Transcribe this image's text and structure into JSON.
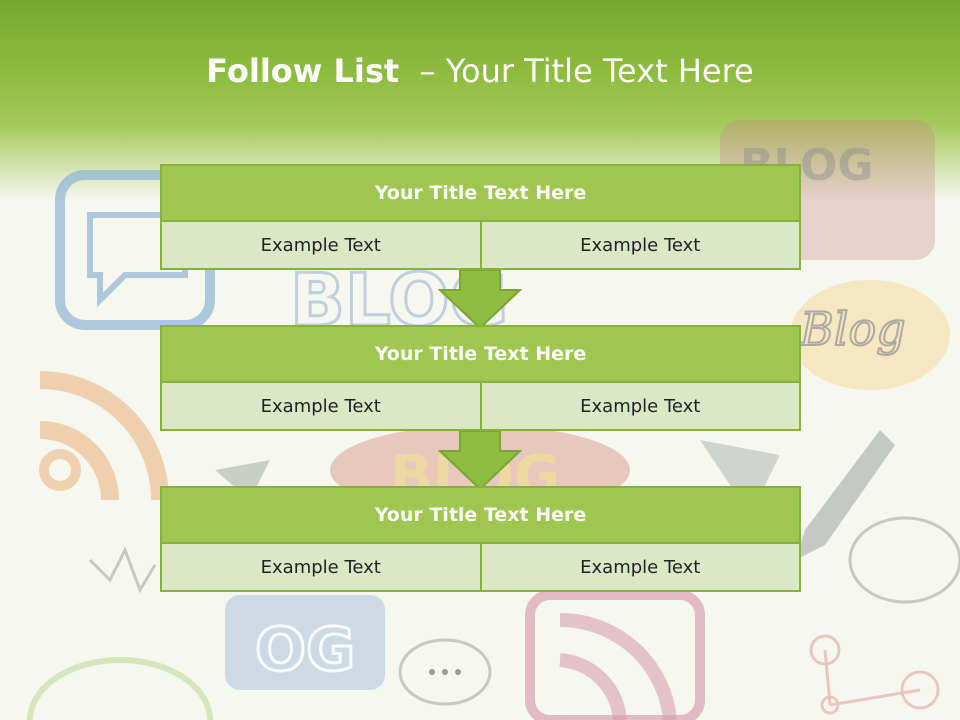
{
  "slide": {
    "title_bold": "Follow List",
    "title_rest": "  – Your Title Text Here"
  },
  "blocks": [
    {
      "title": "Your Title Text Here",
      "cells": [
        "Example Text",
        "Example Text"
      ]
    },
    {
      "title": "Your Title Text Here",
      "cells": [
        "Example Text",
        "Example Text"
      ]
    },
    {
      "title": "Your Title Text Here",
      "cells": [
        "Example Text",
        "Example Text"
      ]
    }
  ],
  "background": {
    "words": [
      "BLOG",
      "BLOG",
      "Blog",
      "BLOG",
      "OG"
    ]
  },
  "colors": {
    "accent_green": "#9fc74f",
    "border_green": "#84b23a",
    "cell_fill": "#dbe8c6",
    "header_green": "#76a82e"
  }
}
